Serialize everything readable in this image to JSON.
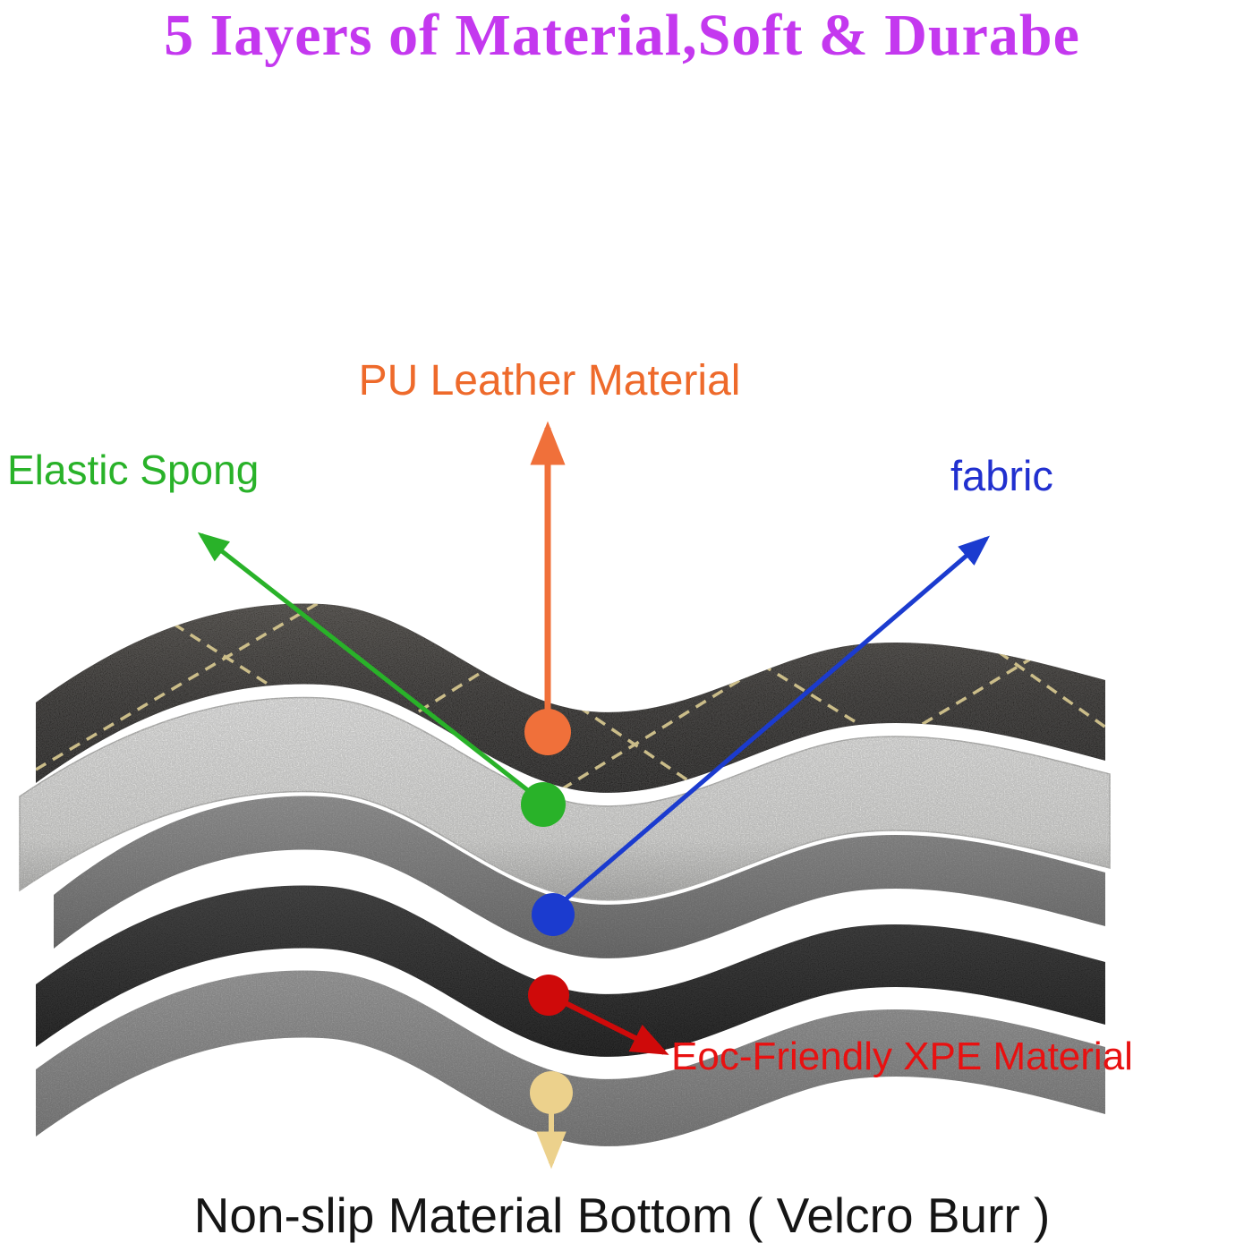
{
  "page": {
    "background": "#ffffff"
  },
  "title": {
    "text": "5 Iayers of Material,Soft & Durabe",
    "color": "#c438ef"
  },
  "labels": {
    "pu_leather": {
      "text": "PU Leather Material",
      "color": "#ee6a2b"
    },
    "elastic_sponge": {
      "text": "Elastic Spong",
      "color": "#29b229"
    },
    "fabric": {
      "text": "fabric",
      "color": "#2130cf"
    },
    "xpe": {
      "text": "Eoc-Friendly XPE Material",
      "color": "#e81111"
    },
    "non_slip": {
      "text": "Non-slip Material Bottom ( Velcro Burr )",
      "color": "#151515"
    }
  },
  "connectors": {
    "pu_leather": {
      "color": "#f0703a"
    },
    "elastic_sponge": {
      "color": "#29b229"
    },
    "fabric": {
      "color": "#1b3bcf"
    },
    "xpe": {
      "color": "#cf0a0a"
    },
    "non_slip": {
      "color": "#ecd18c"
    }
  },
  "layers": {
    "pu_leather": {
      "color": "#1e1c1a",
      "stitch_color": "#d3c48e"
    },
    "elastic_sponge": {
      "color": "#f3f3f1"
    },
    "fabric": {
      "color": "#8d8d8d"
    },
    "xpe": {
      "color": "#161616"
    },
    "non_slip": {
      "color": "#9d9d9d"
    }
  }
}
